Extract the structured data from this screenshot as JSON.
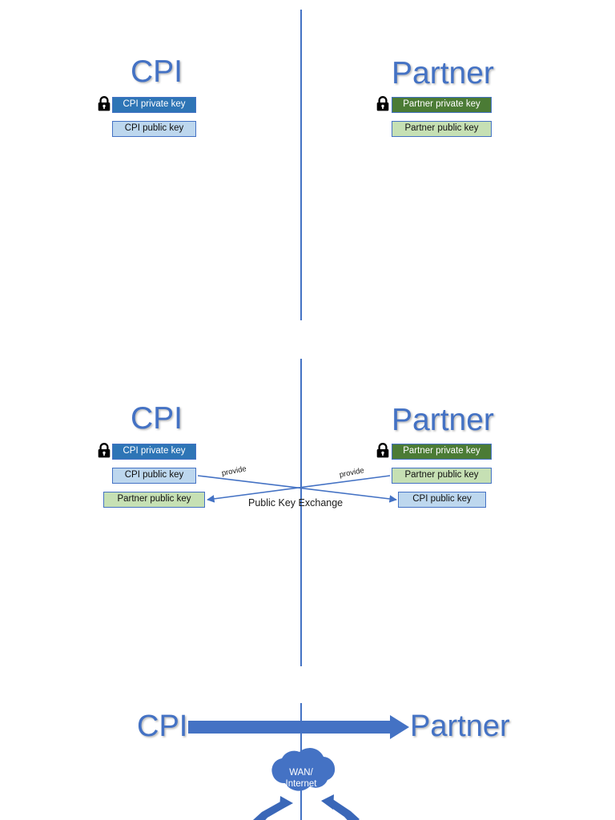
{
  "diagram": {
    "title_cpi": "CPI",
    "title_partner": "Partner",
    "colors": {
      "accent_blue": "#4472C4",
      "private_blue": "#2E75B6",
      "public_blue": "#BDD7EE",
      "private_green": "#4B7B35",
      "public_green": "#C6E0B4",
      "lock": "#000000",
      "cloud": "#4472C4"
    }
  },
  "panel_top": {
    "cpi": {
      "title": "CPI",
      "lock_icon": "padlock-icon",
      "keys": [
        {
          "label": "CPI private key",
          "style": "blue-dark"
        },
        {
          "label": "CPI public key",
          "style": "blue-light"
        }
      ]
    },
    "partner": {
      "title": "Partner",
      "lock_icon": "padlock-icon",
      "keys": [
        {
          "label": "Partner private key",
          "style": "green-dark"
        },
        {
          "label": "Partner public key",
          "style": "green-light"
        }
      ]
    }
  },
  "panel_middle": {
    "cpi": {
      "title": "CPI",
      "lock_icon": "padlock-icon",
      "keys": [
        {
          "label": "CPI private key",
          "style": "blue-dark"
        },
        {
          "label": "CPI public key",
          "style": "blue-light"
        },
        {
          "label": "Partner public key",
          "style": "green-light"
        }
      ]
    },
    "partner": {
      "title": "Partner",
      "lock_icon": "padlock-icon",
      "keys": [
        {
          "label": "Partner private key",
          "style": "green-dark"
        },
        {
          "label": "Partner public key",
          "style": "green-light"
        },
        {
          "label": "CPI public key",
          "style": "blue-light"
        }
      ]
    },
    "exchange_label": "Public Key Exchange",
    "provide_left_label": "provide",
    "provide_right_label": "provide"
  },
  "panel_bottom": {
    "from_label": "CPI",
    "to_label": "Partner",
    "arrow_icon": "right-arrow-icon",
    "cloud": {
      "icon": "cloud-icon",
      "line1": "WAN/",
      "line2": "Internet"
    }
  }
}
